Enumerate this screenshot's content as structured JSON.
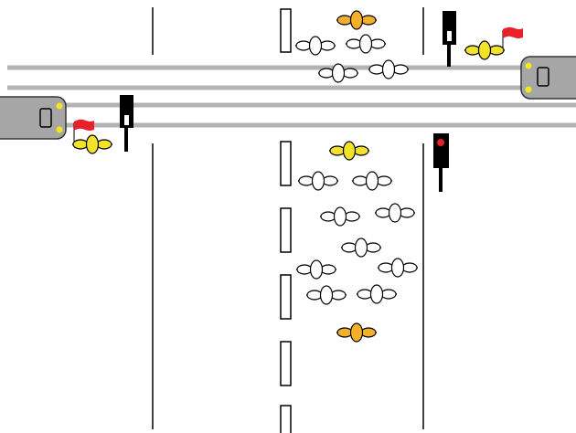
{
  "scene": {
    "description_labels": [],
    "colors": {
      "background": "#ffffff",
      "track": "#b3b3b3",
      "road_line": "#000000",
      "tram_body": "#a6a6a6",
      "tram_light": "#f5e61a",
      "cyclist_yellow": "#f2e22a",
      "cyclist_orange": "#f4b02a",
      "cyclist_white": "#ffffff",
      "flag": "#e8202a",
      "signal_body": "#000000",
      "signal_red": "#e8202a",
      "signal_white": "#ffffff"
    },
    "trams": [
      {
        "name": "tram-left",
        "heading": "right"
      },
      {
        "name": "tram-right",
        "heading": "left"
      }
    ],
    "signals": [
      {
        "name": "signal-top-left-tram",
        "aspect": "white-bar"
      },
      {
        "name": "signal-top-right-road",
        "aspect": "white-bar"
      },
      {
        "name": "signal-bottom-right-road",
        "aspect": "red"
      }
    ],
    "cyclists": {
      "top_group_count": 5,
      "bottom_group_count": 12,
      "flagged_yellow_count": 2
    }
  }
}
